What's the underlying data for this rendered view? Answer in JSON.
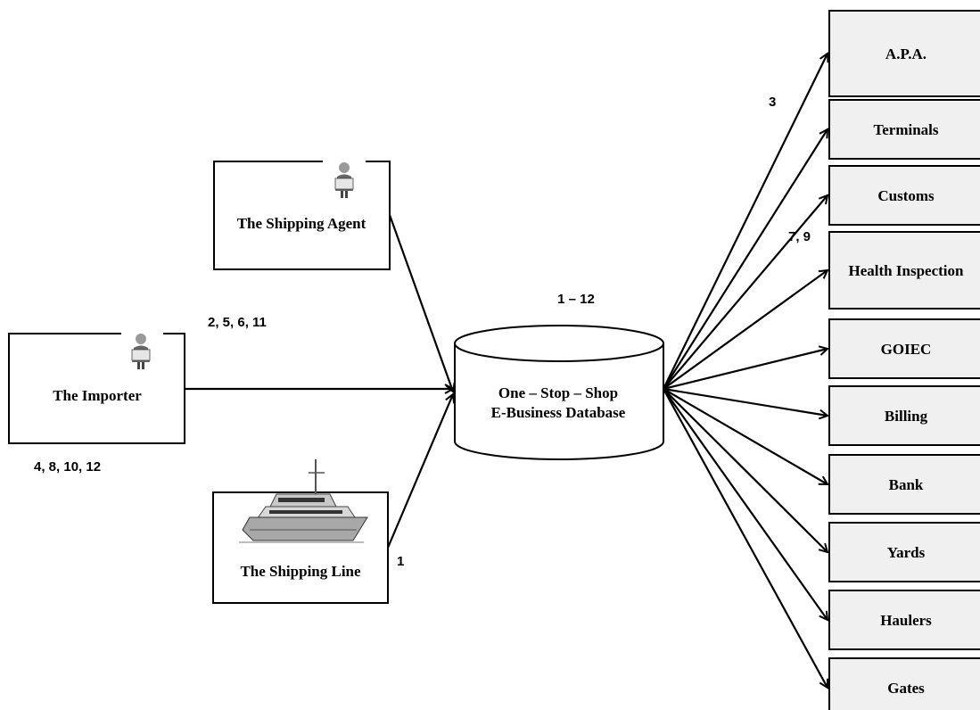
{
  "sources": {
    "agent": {
      "title": "The Shipping Agent",
      "icon": "person-icon"
    },
    "importer": {
      "title": "The Importer",
      "icon": "person-icon"
    },
    "line": {
      "title": "The Shipping Line",
      "icon": "ship-icon"
    }
  },
  "database": {
    "line1": "One – Stop – Shop",
    "line2": "E-Business Database"
  },
  "destinations": [
    "A.P.A.",
    "Terminals",
    "Customs",
    "Health Inspection",
    "GOIEC",
    "Billing",
    "Bank",
    "Yards",
    "Haulers",
    "Gates"
  ],
  "steps": {
    "db": "1 – 12",
    "agent": "2, 5, 6, 11",
    "importer": "4, 8, 10, 12",
    "line": "1",
    "apa": "3",
    "customs": "7, 9"
  },
  "colors": {
    "box_fill": "#f0f0f0",
    "stroke": "#000000"
  }
}
